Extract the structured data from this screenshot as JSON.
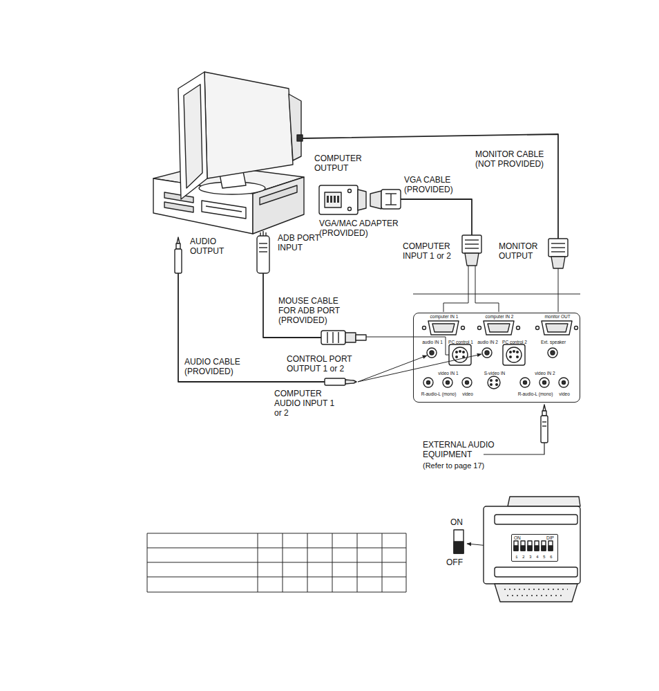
{
  "diagram": {
    "nodes": [
      {
        "text": [
          "computer IN 1",
          "computer IN 2",
          "monitor OUT",
          "audio IN 1",
          "PC control 1",
          "audio IN 2",
          "PC control 2",
          "Ext. speaker",
          "video IN 1",
          "S-video IN",
          "video IN 2",
          "R-audio-L (mono)",
          "video",
          "R-audio-L (mono)",
          "video"
        ]
      },
      {
        "text": [
          "ON",
          "DIP",
          "1 2 3 4 5 6"
        ]
      }
    ],
    "labels": [
      "COMPUTER OUTPUT",
      "MONITOR CABLE (NOT PROVIDED)",
      "VGA CABLE (PROVIDED)",
      "VGA/MAC ADAPTER (PROVIDED)",
      "AUDIO OUTPUT",
      "ADB PORT INPUT",
      "COMPUTER INPUT 1 or 2",
      "MONITOR OUTPUT",
      "MOUSE CABLE FOR ADB PORT (PROVIDED)",
      "AUDIO CABLE (PROVIDED)",
      "CONTROL PORT OUTPUT 1 or 2",
      "COMPUTER AUDIO INPUT 1 or 2",
      "EXTERNAL AUDIO EQUIPMENT",
      "(Refer to page 17)",
      "ON",
      "OFF"
    ]
  }
}
